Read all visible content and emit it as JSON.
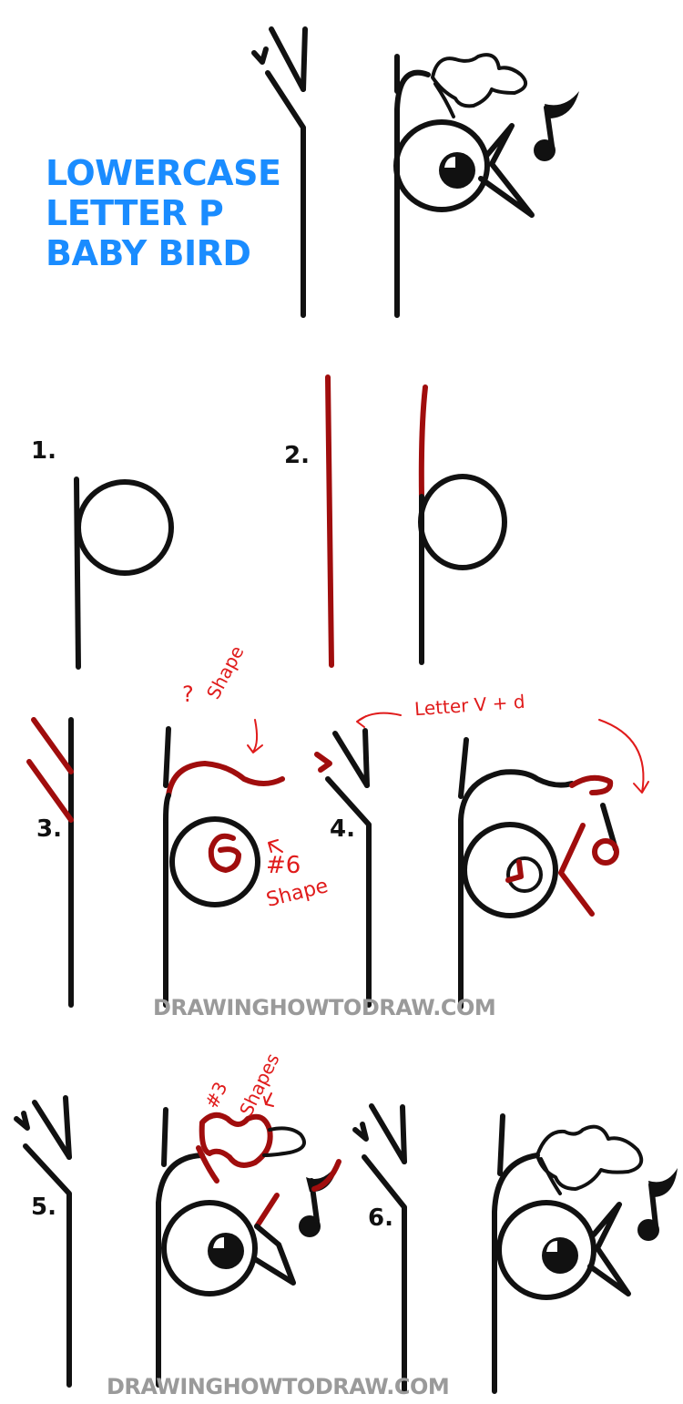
{
  "title": {
    "lines": [
      "LOWERCASE",
      "LETTER  P",
      "BABY BIRD"
    ],
    "color": "#1a8cff"
  },
  "steps": [
    {
      "number": "1."
    },
    {
      "number": "2."
    },
    {
      "number": "3.",
      "notes": [
        "?",
        "Shape",
        "#6",
        "Shape"
      ]
    },
    {
      "number": "4.",
      "notes": [
        "Letter V + d"
      ]
    },
    {
      "number": "5.",
      "notes": [
        "#3",
        "Shapes"
      ]
    },
    {
      "number": "6."
    }
  ],
  "watermark": {
    "text_1": "DRAWINGHOWTODRAW.COM",
    "text_2": "DRAWINGHOWTODRAW.COM",
    "color": "#9a9a9a"
  },
  "colors": {
    "ink": "#111111",
    "highlight": "#a00d0d",
    "annotation": "#e01b1b"
  }
}
